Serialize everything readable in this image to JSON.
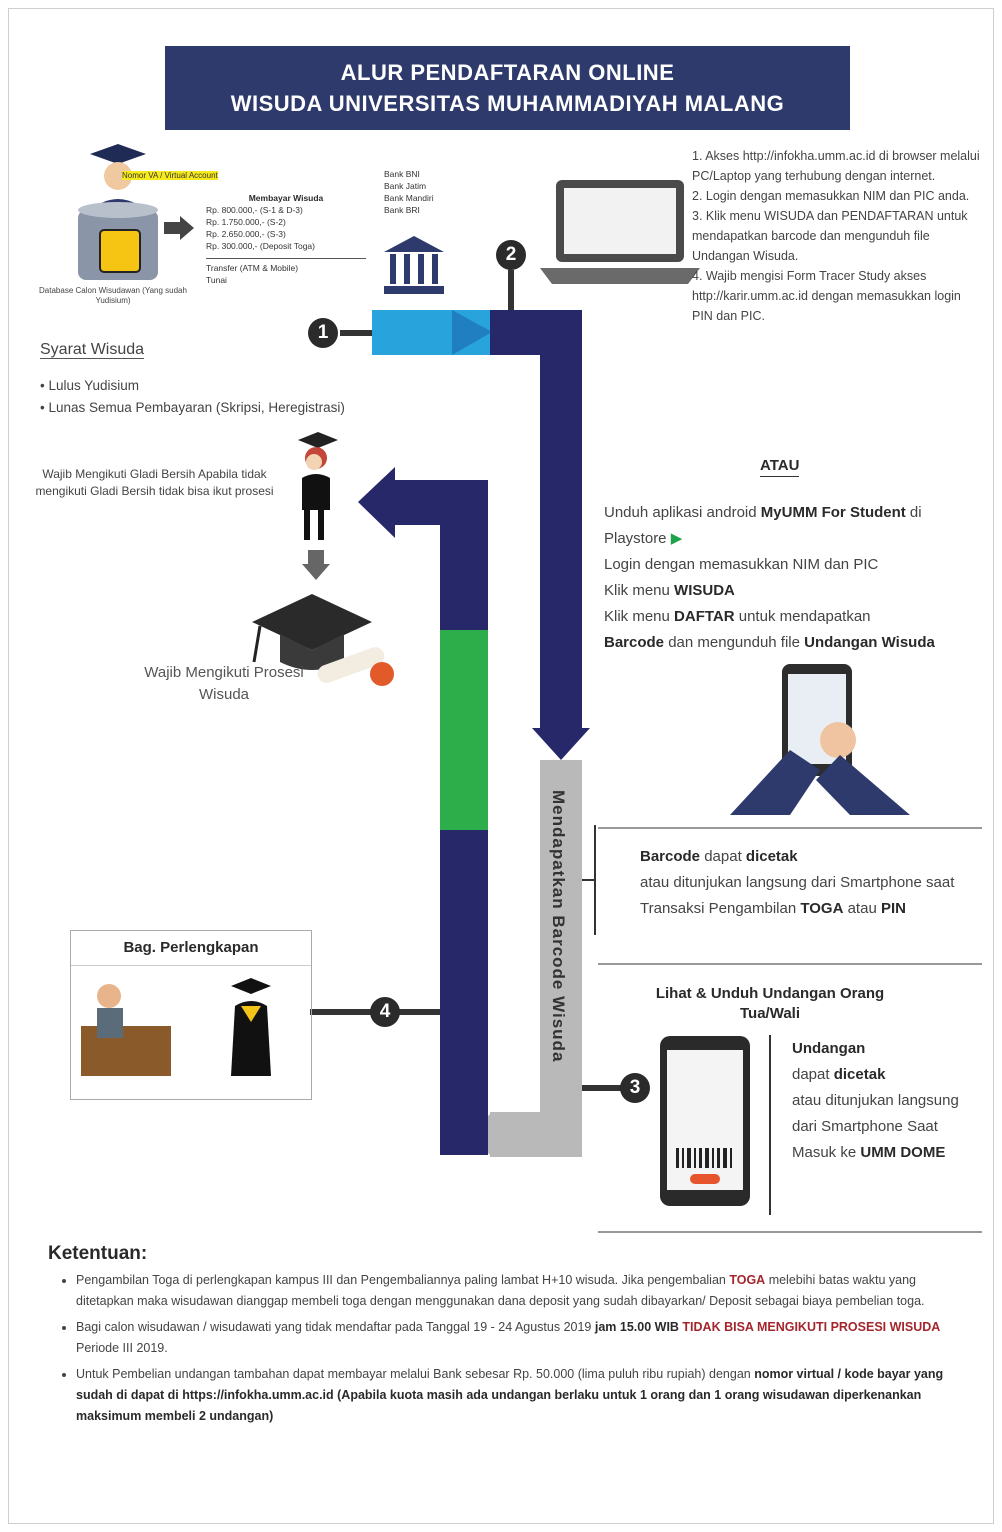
{
  "title": {
    "line1": "ALUR PENDAFTARAN ONLINE",
    "line2": "WISUDA UNIVERSITAS MUHAMMADIYAH MALANG"
  },
  "step1": {
    "payment_title": "Membayar Wisuda",
    "fee_lines": [
      "Rp.   800.000,-   (S-1 & D-3)",
      "Rp. 1.750.000,-   (S-2)",
      "Rp. 2.650.000,-   (S-3)",
      "Rp.   300.000,-   (Deposit Toga)"
    ],
    "transfer_notes": [
      "Transfer (ATM & Mobile)",
      "Tunai"
    ],
    "banks": [
      "Bank BNI",
      "Bank Jatim",
      "Bank Mandiri",
      "Bank BRI"
    ],
    "db_caption": "Database Calon Wisudawan (Yang sudah Yudisium)",
    "yellow_tag": "Nomor VA / Virtual Account"
  },
  "syarat": {
    "heading": "Syarat Wisuda",
    "items": [
      "Lulus Yudisium",
      "Lunas Semua Pembayaran (Skripsi, Heregistrasi)"
    ]
  },
  "gladi": {
    "text": "Wajib Mengikuti Gladi Bersih Apabila tidak mengikuti Gladi Bersih tidak bisa ikut prosesi"
  },
  "prosesi": {
    "text": "Wajib Mengikuti Prosesi Wisuda"
  },
  "step2": {
    "items": [
      "1. Akses http://infokha.umm.ac.id di browser melalui PC/Laptop yang terhubung dengan internet.",
      "2. Login dengan memasukkan NIM dan PIC anda.",
      "3. Klik menu WISUDA dan PENDAFTARAN untuk mendapatkan barcode dan mengunduh file Undangan Wisuda.",
      "4. Wajib mengisi Form Tracer Study akses http://karir.umm.ac.id dengan memasukkan login PIN dan PIC."
    ]
  },
  "atau": "ATAU",
  "android": {
    "line1_pre": "Unduh aplikasi android ",
    "line1_bold": "MyUMM For Student",
    "line1_post": " di Playstore",
    "line2": "Login dengan memasukkan NIM dan PIC",
    "line3_pre": "Klik menu ",
    "line3_bold": "WISUDA",
    "line4_pre": "Klik menu ",
    "line4_bold": "DAFTAR",
    "line4_post": " untuk mendapatkan",
    "line5_bold1": "Barcode",
    "line5_mid": " dan mengunduh file ",
    "line5_bold2": "Undangan Wisuda"
  },
  "vertical_label": "Mendapatkan Barcode Wisuda",
  "barcode": {
    "b1": "Barcode",
    "t1": " dapat ",
    "b2": "dicetak",
    "t2": "atau ditunjukan langsung dari Smartphone saat Transaksi Pengambilan ",
    "b3": "TOGA",
    "t3": " atau ",
    "b4": "PIN"
  },
  "perlengkapan": {
    "title": "Bag. Perlengkapan"
  },
  "step3": {
    "title": "Lihat & Unduh Undangan Orang Tua/Wali",
    "b1": "Undangan",
    "t1": "dapat ",
    "b2": "dicetak",
    "t2": "atau ditunjukan langsung dari Smartphone Saat Masuk ke ",
    "b3": "UMM DOME"
  },
  "step_numbers": [
    "1",
    "2",
    "3",
    "4"
  ],
  "ketentuan": {
    "heading": "Ketentuan:",
    "i1_a": "Pengambilan Toga di perlengkapan kampus III dan Pengembaliannya paling lambat H+10 wisuda. Jika pengembalian ",
    "i1_b": "TOGA",
    "i1_c": " melebihi batas waktu yang ditetapkan maka wisudawan dianggap membeli toga dengan menggunakan dana deposit yang sudah dibayarkan/ Deposit sebagai biaya pembelian toga.",
    "i2_a": "Bagi calon wisudawan / wisudawati yang tidak mendaftar pada Tanggal 19 - 24 Agustus 2019 ",
    "i2_b": "jam 15.00 WIB",
    "i2_c": " TIDAK BISA MENGIKUTI PROSESI WISUDA",
    "i2_d": " Periode III 2019.",
    "i3_a": "Untuk Pembelian undangan tambahan dapat membayar melalui Bank sebesar Rp. 50.000 (lima puluh ribu rupiah) dengan ",
    "i3_b": "nomor virtual / kode bayar yang sudah di dapat di https://infokha.umm.ac.id (Apabila kuota masih ada undangan berlaku untuk 1 orang dan 1 orang wisudawan diperkenankan maksimum membeli 2 undangan)"
  },
  "colors": {
    "navy": "#2d3a6b",
    "arrow_navy": "#26286a",
    "arrow_blue": "#29a3dc",
    "green": "#2dae4a",
    "gray": "#b9b9b9"
  }
}
